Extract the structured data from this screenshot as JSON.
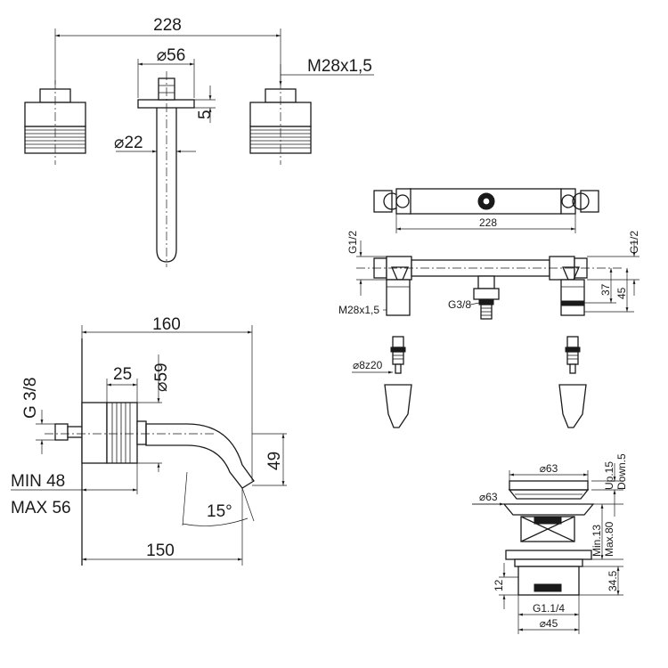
{
  "front_view": {
    "dim_width": "228",
    "dim_spout_dia": "⌀56",
    "dim_thread": "M28x1,5",
    "dim_flange": "5",
    "dim_pipe_dia": "⌀22"
  },
  "side_view": {
    "dim_total": "160",
    "dim_knob_width": "25",
    "dim_knob_dia": "⌀59",
    "dim_inlet": "G 3/8",
    "dim_drop": "49",
    "dim_wall_min": "MIN 48",
    "dim_wall_max": "MAX 56",
    "dim_angle": "15°",
    "dim_reach": "150"
  },
  "valve_view": {
    "dim_centres": "228",
    "dim_inlet_left": "G1/2",
    "dim_inlet_right": "G1/2",
    "dim_h37": "37",
    "dim_h45": "45",
    "dim_thread": "M28x1,5",
    "dim_outlet": "G3/8",
    "dim_cartridge": "⌀8z20"
  },
  "waste_view": {
    "dim_cap": "⌀63",
    "dim_flange": "⌀63",
    "dim_up": "Up.15",
    "dim_down": "Down.5",
    "dim_min": "Min.13",
    "dim_max": "Max.80",
    "dim_12": "12",
    "dim_345": "34.5",
    "dim_thread": "G1.1/4",
    "dim_base": "⌀45"
  }
}
